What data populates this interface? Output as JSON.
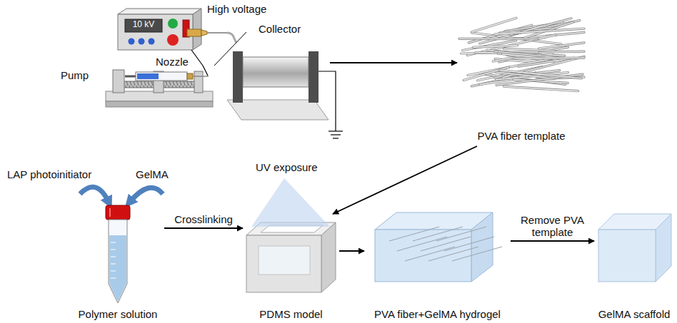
{
  "diagram": {
    "nodes": [
      {
        "text": [
          "High voltage",
          "10 kV"
        ]
      },
      {
        "text": [
          "Pump",
          "Nozzle"
        ]
      },
      {
        "text": [
          "Collector"
        ]
      },
      {
        "text": [
          "PVA fiber template"
        ]
      },
      {
        "text": [
          "Polymer solution"
        ]
      },
      {
        "text": [
          "PDMS model"
        ]
      },
      {
        "text": [
          "PVA fiber+GelMA hydrogel"
        ]
      },
      {
        "text": [
          "GelMA scaffold"
        ]
      }
    ],
    "edges": [
      {
        "from": 0,
        "to": 1,
        "arrow": "none"
      },
      {
        "from": 2,
        "to": 3,
        "arrow": "to"
      },
      {
        "from": 3,
        "to": 5,
        "arrow": "to"
      },
      {
        "from": 4,
        "to": 5,
        "label": "Crosslinking",
        "arrow": "to"
      },
      {
        "from": 5,
        "to": 6,
        "arrow": "to"
      },
      {
        "from": 6,
        "to": 7,
        "label": "Remove PVA template",
        "arrow": "to"
      }
    ],
    "labels": [
      "LAP photoinitiator",
      "GelMA",
      "UV exposure"
    ]
  }
}
